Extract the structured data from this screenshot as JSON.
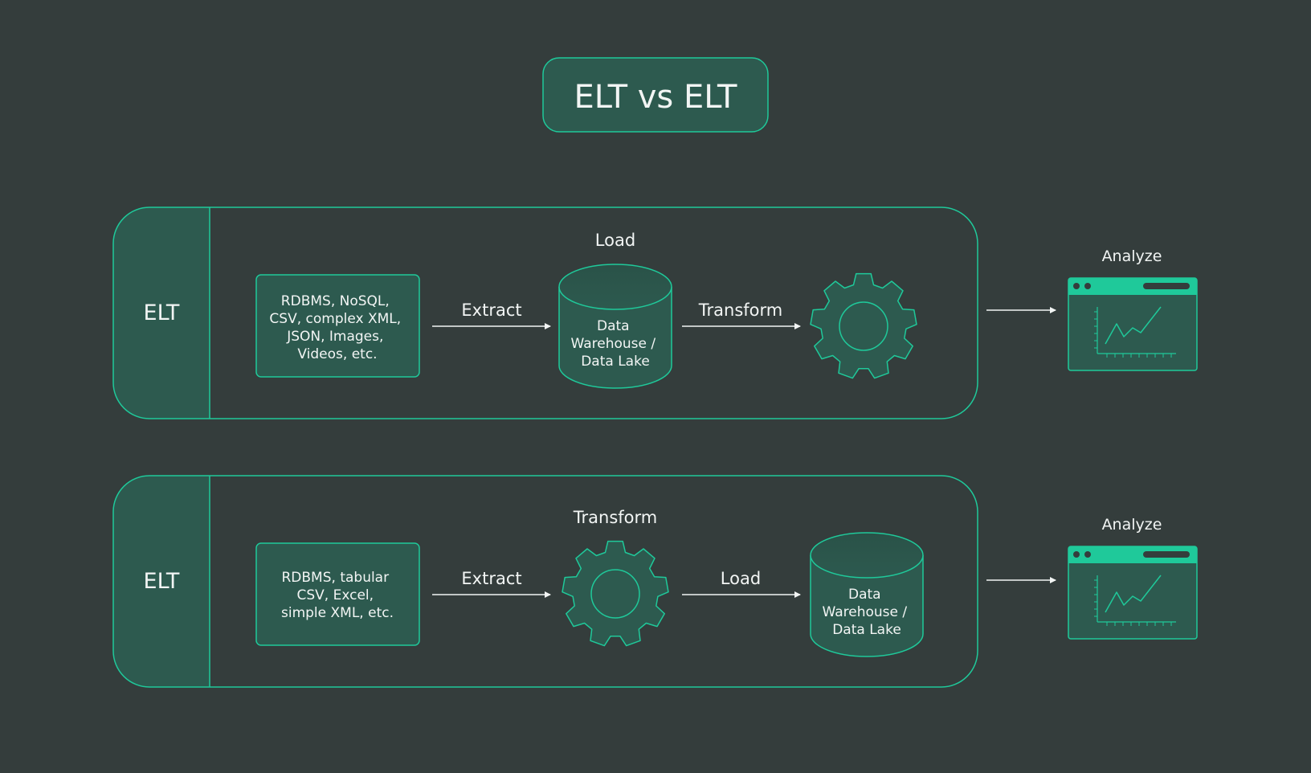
{
  "title": "ELT vs ELT",
  "colors": {
    "background": "#343d3c",
    "panel": "#2d5a4f",
    "accent": "#1fc99a",
    "text": "#f2f5f4"
  },
  "rows": [
    {
      "label": "ELT",
      "source_lines": [
        "RDBMS, NoSQL,",
        "CSV, complex XML,",
        "JSON, Images,",
        "Videos, etc."
      ],
      "step1": "Extract",
      "middle_caption": "Load",
      "middle_icon": "database-icon",
      "middle_lines": [
        "Data",
        "Warehouse /",
        "Data Lake"
      ],
      "step2": "Transform",
      "end_icon": "gear-icon",
      "analyze": "Analyze",
      "analyze_icon": "dashboard-chart-icon"
    },
    {
      "label": "ELT",
      "source_lines": [
        "RDBMS, tabular",
        "CSV, Excel,",
        "simple XML, etc."
      ],
      "step1": "Extract",
      "middle_caption": "Transform",
      "middle_icon": "gear-icon",
      "step2": "Load",
      "end_icon": "database-icon",
      "end_lines": [
        "Data",
        "Warehouse /",
        "Data Lake"
      ],
      "analyze": "Analyze",
      "analyze_icon": "dashboard-chart-icon"
    }
  ]
}
